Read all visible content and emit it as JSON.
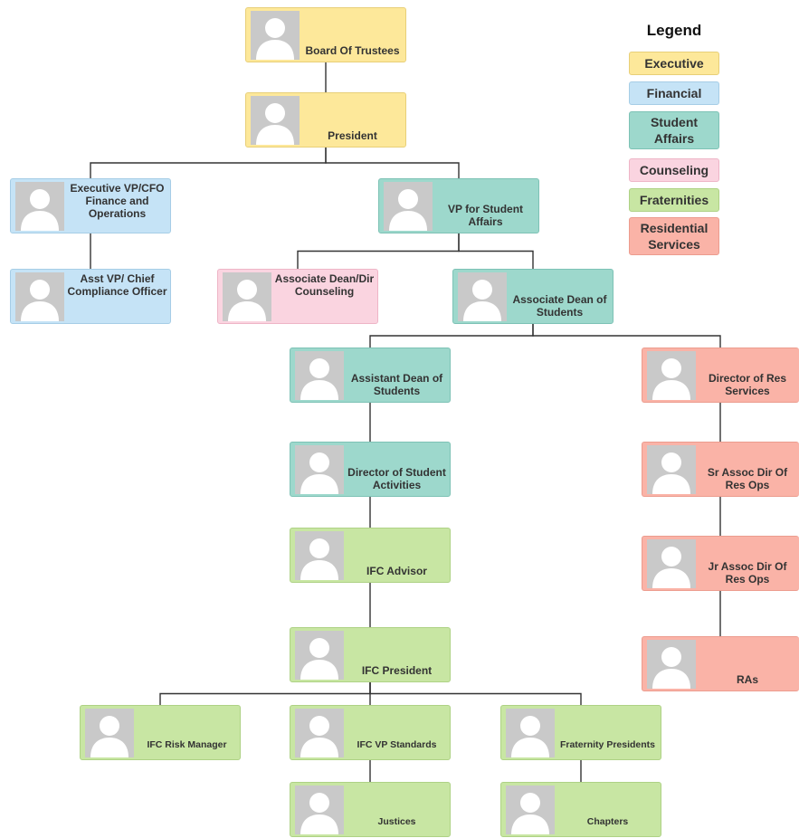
{
  "colors": {
    "executive": {
      "fill": "#fde89a",
      "border": "#e8cf78"
    },
    "financial": {
      "fill": "#c5e3f6",
      "border": "#a6cde6"
    },
    "student_affairs": {
      "fill": "#9dd8cc",
      "border": "#7dc2b5"
    },
    "counseling": {
      "fill": "#fad4e0",
      "border": "#eeb5c7"
    },
    "fraternities": {
      "fill": "#c8e6a3",
      "border": "#aed285"
    },
    "residential_services": {
      "fill": "#fab3a7",
      "border": "#ec9c8e"
    },
    "connector": "#333333"
  },
  "legend": {
    "title": "Legend",
    "items": {
      "executive": "Executive",
      "financial": "Financial",
      "student_affairs": "Student Affairs",
      "counseling": "Counseling",
      "fraternities": "Fraternities",
      "residential_services": "Residential Services"
    }
  },
  "avatar_icon": "person-placeholder-icon",
  "nodes": {
    "board": {
      "label": "Board Of Trustees",
      "category": "executive"
    },
    "president": {
      "label": "President",
      "category": "executive"
    },
    "evp_cfo": {
      "label": "Executive VP/CFO Finance and Operations",
      "category": "financial"
    },
    "asst_vp": {
      "label": "Asst VP/ Chief Compliance Officer",
      "category": "financial"
    },
    "vp_student_affairs": {
      "label": "VP for Student Affairs",
      "category": "student_affairs"
    },
    "assoc_dean_counseling": {
      "label": "Associate Dean/Dir Counseling",
      "category": "counseling"
    },
    "assoc_dean_students": {
      "label": "Associate Dean of Students",
      "category": "student_affairs"
    },
    "asst_dean_students": {
      "label": "Assistant Dean of Students",
      "category": "student_affairs"
    },
    "dir_student_activities": {
      "label": "Director of Student Activities",
      "category": "student_affairs"
    },
    "ifc_advisor": {
      "label": "IFC Advisor",
      "category": "fraternities"
    },
    "ifc_president": {
      "label": "IFC President",
      "category": "fraternities"
    },
    "ifc_risk_manager": {
      "label": "IFC Risk Manager",
      "category": "fraternities"
    },
    "ifc_vp_standards": {
      "label": "IFC VP Standards",
      "category": "fraternities"
    },
    "fraternity_presidents": {
      "label": "Fraternity Presidents",
      "category": "fraternities"
    },
    "justices": {
      "label": "Justices",
      "category": "fraternities"
    },
    "chapters": {
      "label": "Chapters",
      "category": "fraternities"
    },
    "dir_res_services": {
      "label": "Director of Res Services",
      "category": "residential_services"
    },
    "sr_assoc_dir": {
      "label": "Sr Assoc Dir Of Res Ops",
      "category": "residential_services"
    },
    "jr_assoc_dir": {
      "label": "Jr Assoc Dir Of Res Ops",
      "category": "residential_services"
    },
    "ras": {
      "label": "RAs",
      "category": "residential_services"
    }
  },
  "edges": [
    [
      "board",
      "president"
    ],
    [
      "president",
      "evp_cfo"
    ],
    [
      "president",
      "vp_student_affairs"
    ],
    [
      "evp_cfo",
      "asst_vp"
    ],
    [
      "vp_student_affairs",
      "assoc_dean_counseling"
    ],
    [
      "vp_student_affairs",
      "assoc_dean_students"
    ],
    [
      "assoc_dean_students",
      "asst_dean_students"
    ],
    [
      "assoc_dean_students",
      "dir_res_services"
    ],
    [
      "asst_dean_students",
      "dir_student_activities"
    ],
    [
      "dir_student_activities",
      "ifc_advisor"
    ],
    [
      "ifc_advisor",
      "ifc_president"
    ],
    [
      "ifc_president",
      "ifc_risk_manager"
    ],
    [
      "ifc_president",
      "ifc_vp_standards"
    ],
    [
      "ifc_president",
      "fraternity_presidents"
    ],
    [
      "ifc_vp_standards",
      "justices"
    ],
    [
      "fraternity_presidents",
      "chapters"
    ],
    [
      "dir_res_services",
      "sr_assoc_dir"
    ],
    [
      "sr_assoc_dir",
      "jr_assoc_dir"
    ],
    [
      "jr_assoc_dir",
      "ras"
    ]
  ]
}
